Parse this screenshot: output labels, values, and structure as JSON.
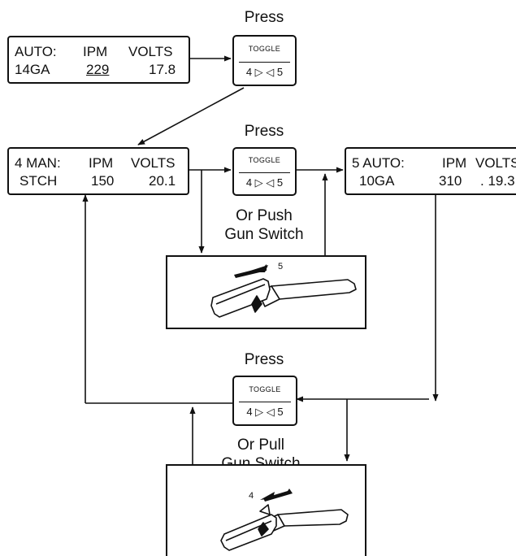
{
  "display_top": {
    "mode": "AUTO:",
    "ipm_label": "IPM",
    "volts_label": "VOLTS",
    "material": "14GA",
    "ipm": "229",
    "volts": "17.8"
  },
  "display_mid": {
    "mode": "4 MAN:",
    "ipm_label": "IPM",
    "volts_label": "VOLTS",
    "material": "STCH",
    "ipm": "150",
    "volts": "20.1"
  },
  "display_right": {
    "mode": "5 AUTO:",
    "ipm_label": "IPM",
    "volts_label": "VOLTS",
    "material": "10GA",
    "ipm": "310",
    "volts": ". 19.3"
  },
  "toggle_button": {
    "label": "TOGGLE",
    "arrows": "4 ▷ ◁ 5"
  },
  "labels": {
    "press": "Press",
    "push_gun": "Or Push\nGun Switch",
    "pull_gun": "Or Pull\nGun Switch"
  },
  "gun_push_number": "5",
  "gun_pull_number": "4"
}
